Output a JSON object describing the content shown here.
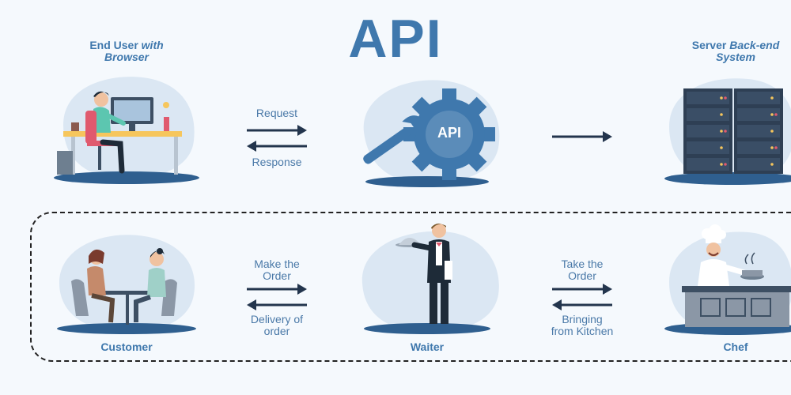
{
  "title": "API",
  "top_row": {
    "end_user": {
      "line1": "End User",
      "line1_em": "with",
      "line2": "Browser"
    },
    "request": "Request",
    "response": "Response",
    "gear_label": "API",
    "server": {
      "line1": "Server",
      "line1_em": "Back-end",
      "line2": "System"
    }
  },
  "bottom_row": {
    "customer": "Customer",
    "make_order_1": "Make the",
    "make_order_2": "Order",
    "delivery_1": "Delivery of",
    "delivery_2": "order",
    "waiter": "Waiter",
    "take_order_1": "Take the",
    "take_order_2": "Order",
    "bringing_1": "Bringing",
    "bringing_2": "from Kitchen",
    "chef": "Chef"
  },
  "colors": {
    "accent": "#3f78ad",
    "blob": "#dbe7f3",
    "arrow": "#23354d",
    "floor": "#2f5f8f"
  },
  "icons": [
    "desk-user-icon",
    "gear-wrench-icon",
    "server-rack-icon",
    "dining-couple-icon",
    "waiter-icon",
    "chef-icon"
  ]
}
